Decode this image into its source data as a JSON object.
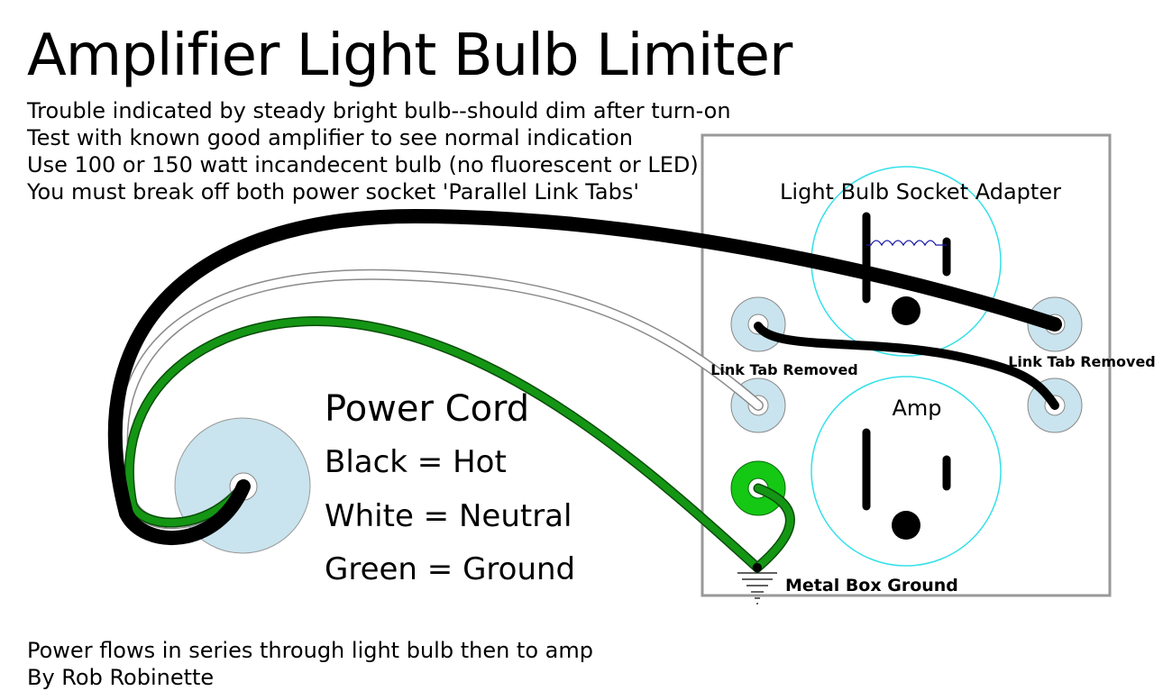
{
  "title": "Amplifier Light Bulb Limiter",
  "notes": [
    "Trouble indicated by steady bright bulb--should dim after turn-on",
    "Test with known good amplifier to see normal indication",
    "Use 100 or 150 watt incandecent bulb (no fluorescent or LED)",
    "You must break off both power socket 'Parallel Link Tabs'"
  ],
  "labels": {
    "socket_adapter": "Light Bulb Socket Adapter",
    "link_tab_left": "Link Tab Removed",
    "link_tab_right": "Link Tab Removed",
    "amp": "Amp",
    "metal_box_ground": "Metal Box Ground"
  },
  "legend": {
    "heading": "Power Cord",
    "black": "Black = Hot",
    "white": "White = Neutral",
    "green": "Green = Ground"
  },
  "footer": [
    "Power flows in series through light bulb then to amp",
    "By Rob Robinette"
  ],
  "colors": {
    "hot_wire": "#000000",
    "neutral_wire": "#ffffff",
    "ground_wire": "#0a8a0a",
    "terminal": "#c9e4ee",
    "ground_terminal": "#14c814",
    "outlet_outline": "#33e0e8",
    "filament": "#1a1aa8"
  }
}
